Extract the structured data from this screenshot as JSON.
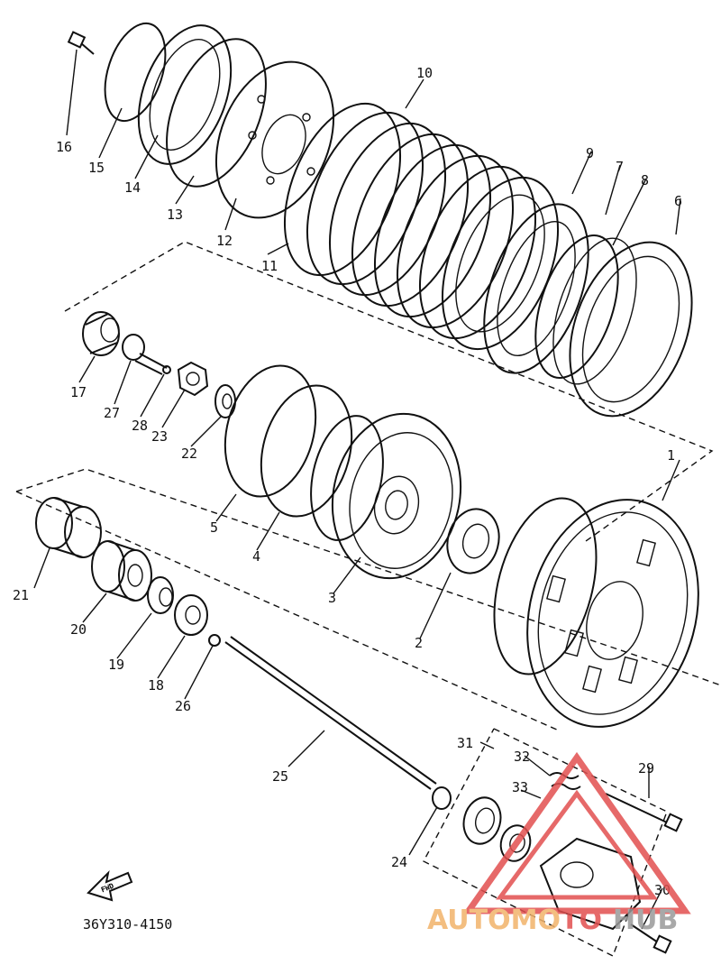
{
  "diagram": {
    "drawing_code": "36Y310-4150",
    "fwd_label": "FWD",
    "callouts": [
      {
        "n": "1"
      },
      {
        "n": "2"
      },
      {
        "n": "3"
      },
      {
        "n": "4"
      },
      {
        "n": "5"
      },
      {
        "n": "6"
      },
      {
        "n": "7"
      },
      {
        "n": "8"
      },
      {
        "n": "9"
      },
      {
        "n": "10"
      },
      {
        "n": "11"
      },
      {
        "n": "12"
      },
      {
        "n": "13"
      },
      {
        "n": "14"
      },
      {
        "n": "15"
      },
      {
        "n": "16"
      },
      {
        "n": "17"
      },
      {
        "n": "18"
      },
      {
        "n": "19"
      },
      {
        "n": "20"
      },
      {
        "n": "21"
      },
      {
        "n": "22"
      },
      {
        "n": "23"
      },
      {
        "n": "24"
      },
      {
        "n": "25"
      },
      {
        "n": "26"
      },
      {
        "n": "27"
      },
      {
        "n": "28"
      },
      {
        "n": "29"
      },
      {
        "n": "30"
      },
      {
        "n": "31"
      },
      {
        "n": "32"
      },
      {
        "n": "33"
      }
    ]
  },
  "watermark": {
    "text_left": "AUTOMO",
    "text_mid": "TO",
    "text_right": "HUB",
    "color_orange": "#f2b36b",
    "color_red": "#e25050",
    "color_gray": "#9a9a9a"
  }
}
